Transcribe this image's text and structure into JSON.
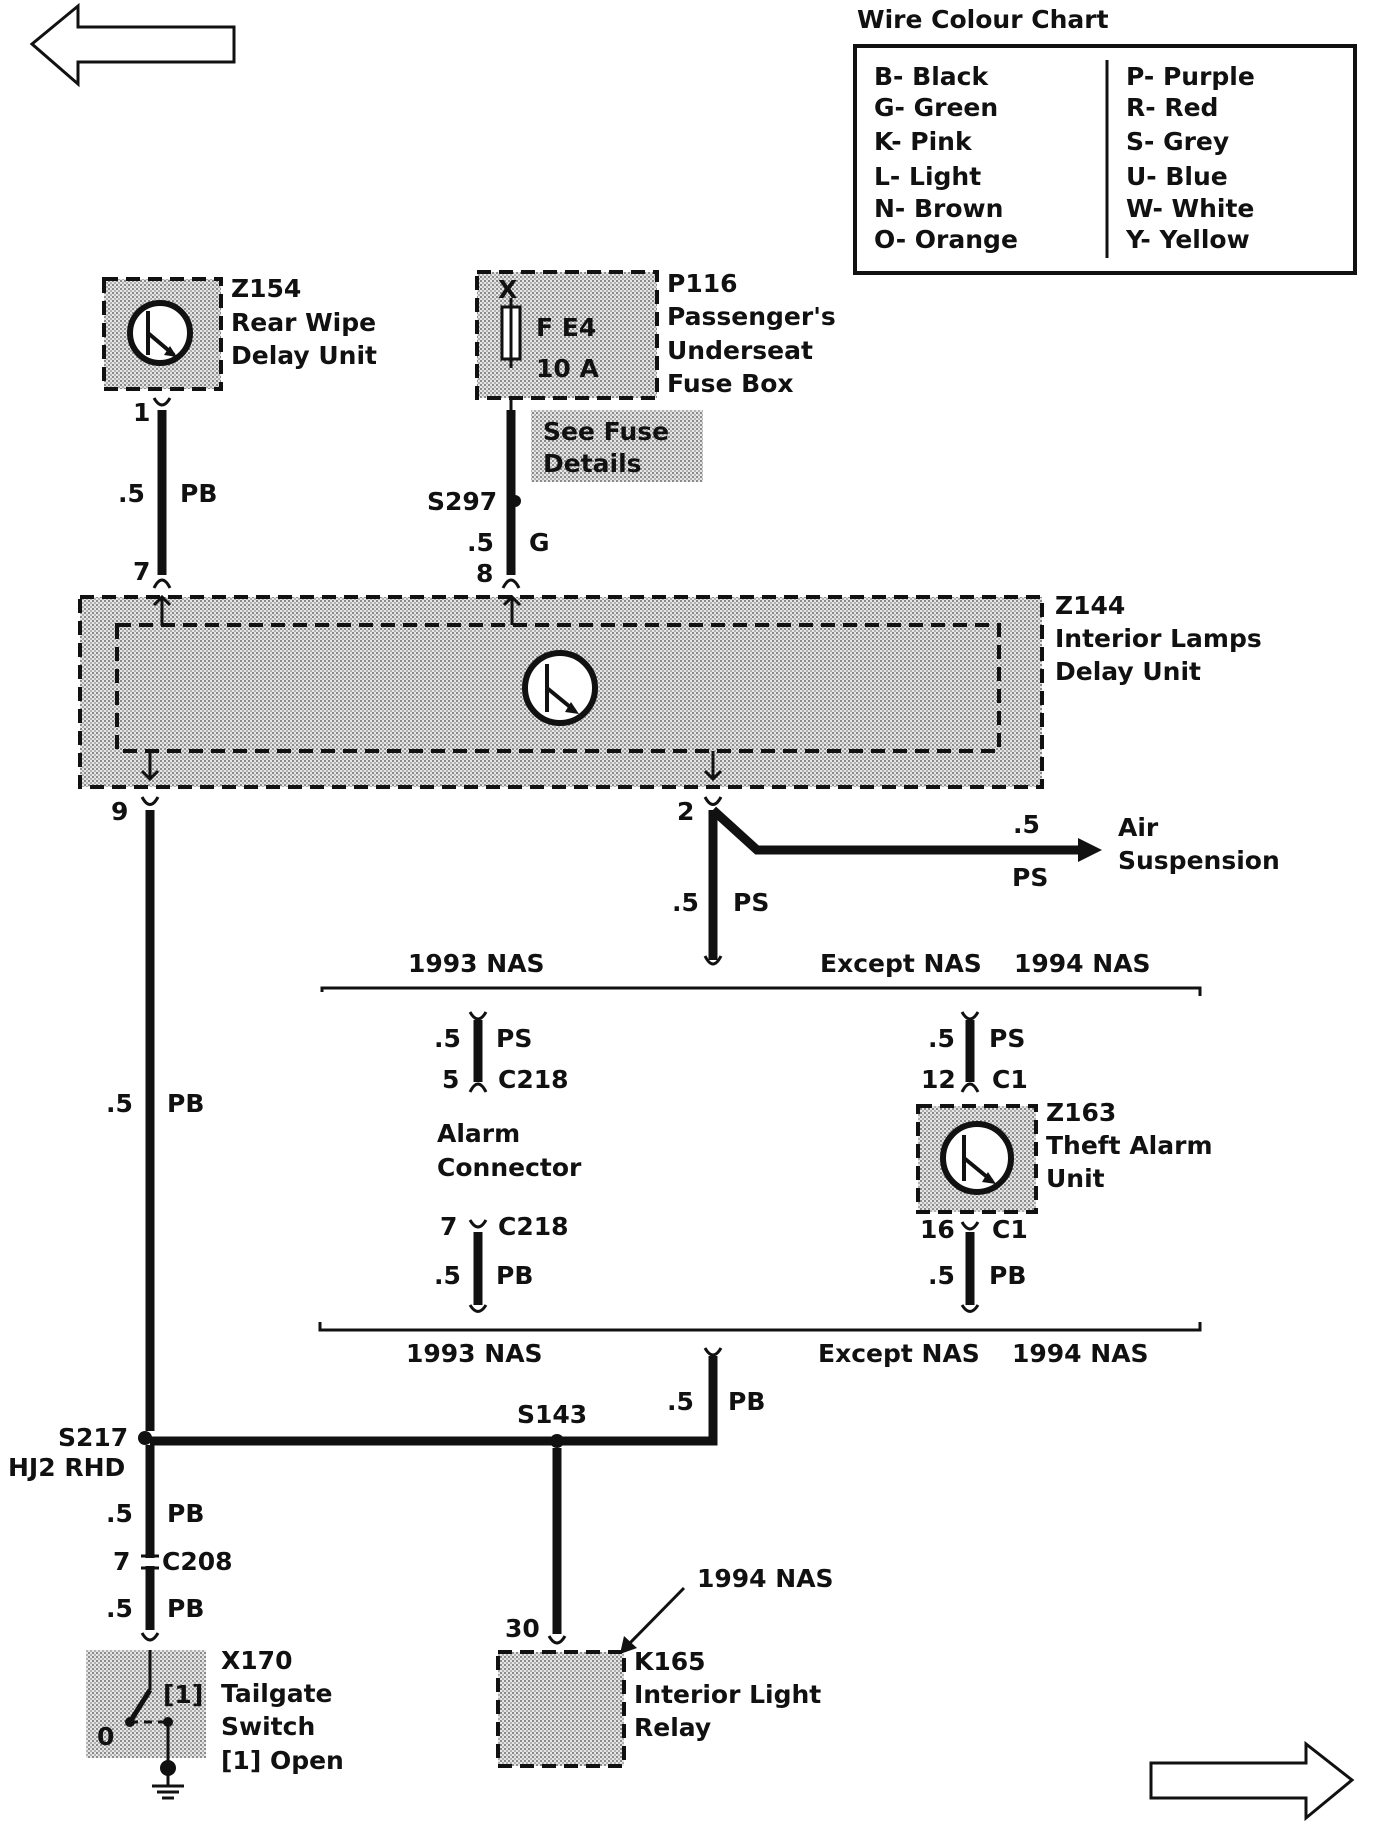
{
  "wire_colour_chart": {
    "title": "Wire Colour Chart",
    "left": [
      "B- Black",
      "G- Green",
      "K- Pink",
      "L- Light",
      "N- Brown",
      "O- Orange"
    ],
    "right": [
      "P- Purple",
      "R- Red",
      "S- Grey",
      "U- Blue",
      "W- White",
      "Y- Yellow"
    ]
  },
  "components": {
    "z154": {
      "id": "Z154",
      "line1": "Rear Wipe",
      "line2": "Delay Unit"
    },
    "p116": {
      "id": "P116",
      "line1": "Passenger's",
      "line2": "Underseat",
      "line3": "Fuse Box",
      "x": "X",
      "fuse": "F E4",
      "amps": "10 A",
      "note1": "See Fuse",
      "note2": "Details"
    },
    "z144": {
      "id": "Z144",
      "line1": "Interior Lamps",
      "line2": "Delay Unit"
    },
    "z163": {
      "id": "Z163",
      "line1": "Theft Alarm",
      "line2": "Unit"
    },
    "alarm_connector": {
      "line1": "Alarm",
      "line2": "Connector"
    },
    "x170": {
      "id": "X170",
      "line1": "Tailgate",
      "line2": "Switch",
      "line3": "[1]  Open",
      "pos1": "[1]",
      "pos0": "0"
    },
    "k165": {
      "id": "K165",
      "line1": "Interior Light",
      "line2": "Relay",
      "note": "1994 NAS"
    },
    "air_suspension": {
      "line1": "Air",
      "line2": "Suspension"
    }
  },
  "labels": {
    "pin_1": "1",
    "pin_7": "7",
    "pin_8": "8",
    "pin_9": "9",
    "pin_2": "2",
    "pin_5_c218": "5",
    "c218_a": "C218",
    "pin_7_c218": "7",
    "c218_b": "C218",
    "pin_12": "12",
    "c1_a": "C1",
    "pin_16": "16",
    "c1_b": "C1",
    "pin_7_c208": "7",
    "c208": "C208",
    "pin_30": "30",
    "s297": "S297",
    "s217": "S217",
    "hj2": "HJ2 RHD",
    "s143": "S143",
    "size": ".5",
    "pb": "PB",
    "g": "G",
    "ps": "PS",
    "nas1993": "1993 NAS",
    "except_nas": "Except NAS",
    "nas1994": "1994 NAS"
  }
}
